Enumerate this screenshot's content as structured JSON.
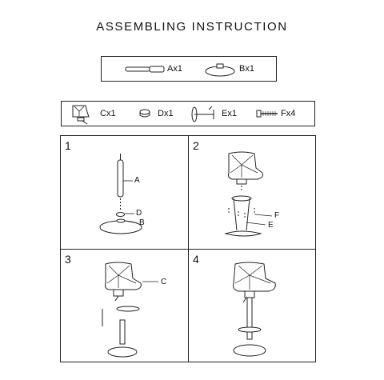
{
  "title": "ASSEMBLING INSTRUCTION",
  "parts_row1": [
    {
      "label": "Ax1",
      "icon": "gas-lift-icon"
    },
    {
      "label": "Bx1",
      "icon": "base-icon"
    }
  ],
  "parts_row2": [
    {
      "label": "Cx1",
      "icon": "seat-icon"
    },
    {
      "label": "Dx1",
      "icon": "ring-icon"
    },
    {
      "label": "Ex1",
      "icon": "footrest-icon"
    },
    {
      "label": "Fx4",
      "icon": "screw-icon"
    }
  ],
  "steps": [
    {
      "number": "1",
      "callouts": [
        "A",
        "D",
        "B"
      ]
    },
    {
      "number": "2",
      "callouts": [
        "F",
        "E"
      ]
    },
    {
      "number": "3",
      "callouts": [
        "C"
      ]
    },
    {
      "number": "4",
      "callouts": []
    }
  ]
}
